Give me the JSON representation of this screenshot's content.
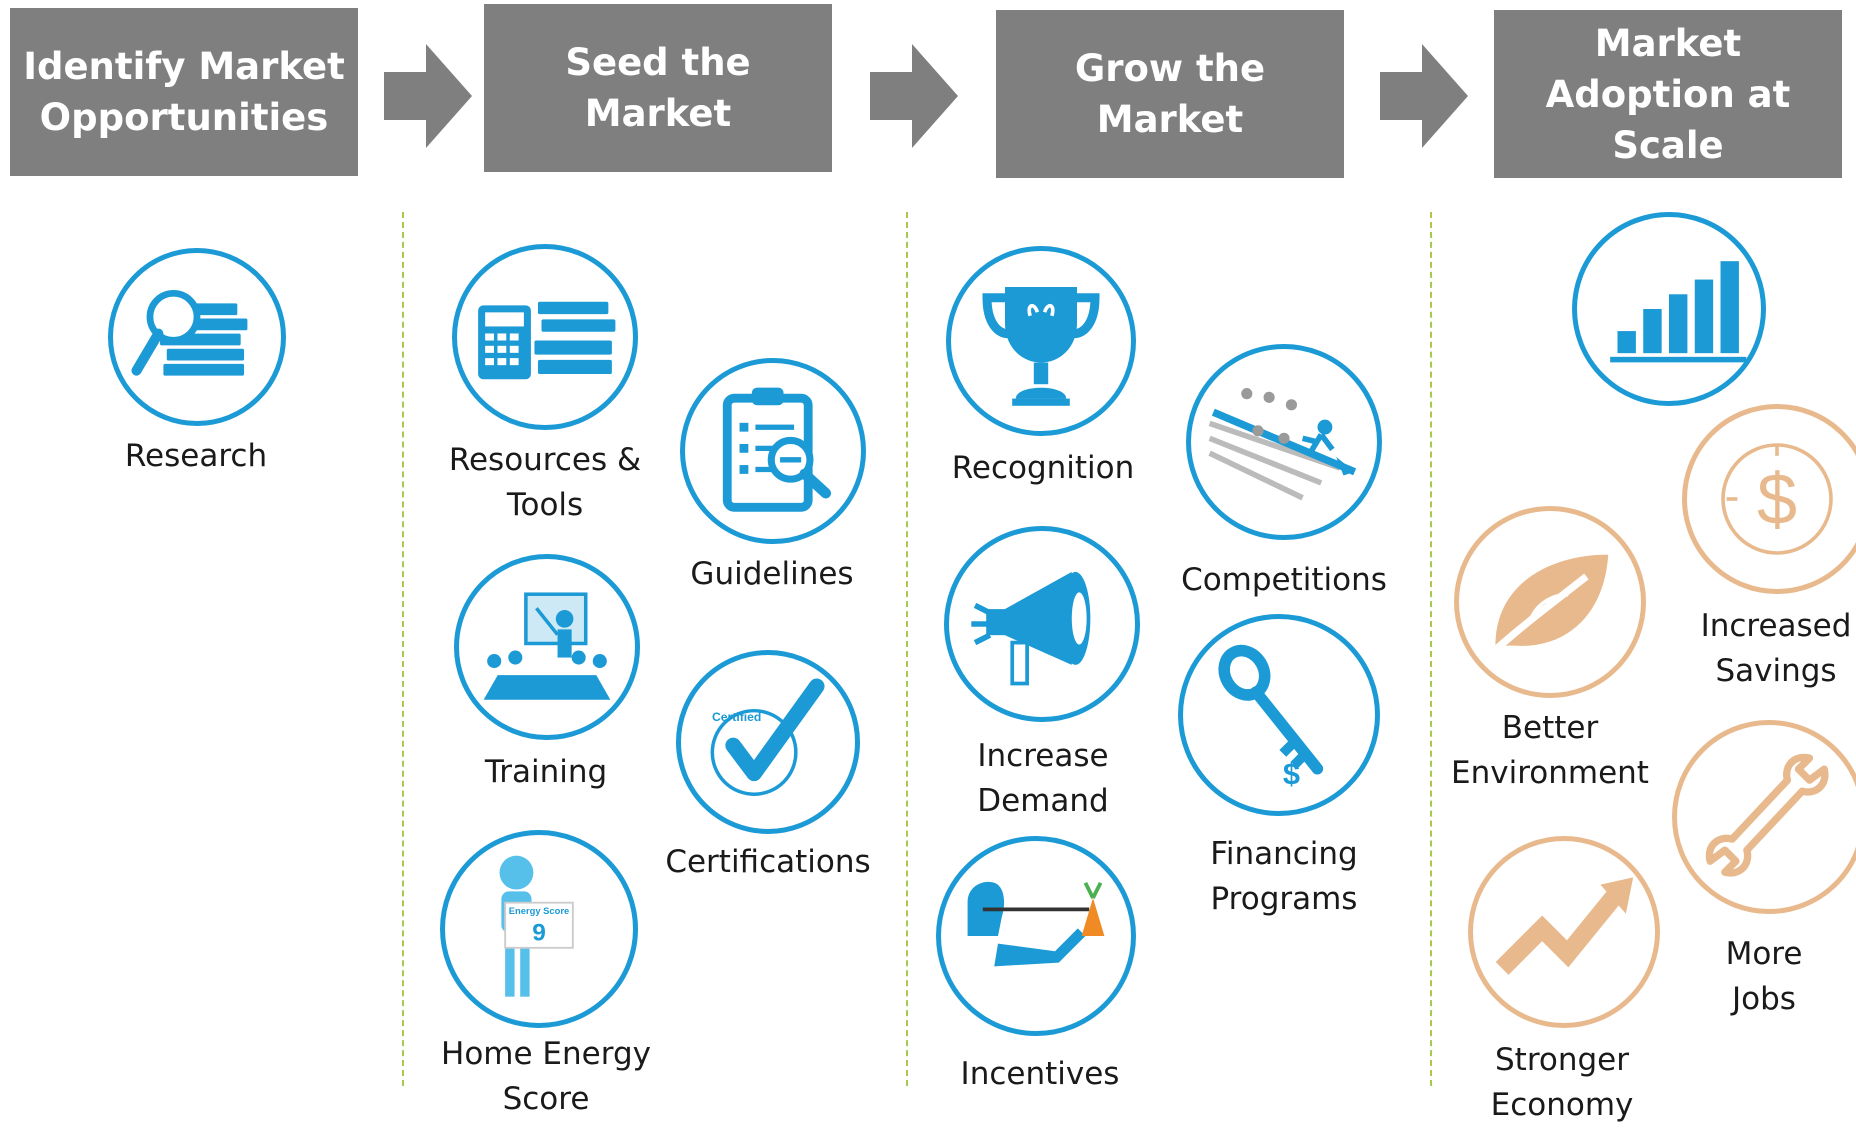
{
  "stages": [
    "Identify Market\nOpportunities",
    "Seed the\nMarket",
    "Grow the\nMarket",
    "Market\nAdoption at\nScale"
  ],
  "items": {
    "research": "Research",
    "resources_tools": "Resources &\nTools",
    "guidelines": "Guidelines",
    "training": "Training",
    "certifications": "Certifications",
    "certified_badge": "Certified",
    "home_energy_score": "Home Energy\nScore",
    "energy_score_card": "Energy Score",
    "energy_score_value": "9",
    "recognition": "Recognition",
    "competitions": "Competitions",
    "increase_demand": "Increase\nDemand",
    "financing_programs": "Financing\nPrograms",
    "incentives": "Incentives",
    "increased_savings": "Increased\nSavings",
    "better_environment": "Better\nEnvironment",
    "more_jobs": "More\nJobs",
    "stronger_economy": "Stronger\nEconomy"
  },
  "colors": {
    "header": "#7f7f7f",
    "blue": "#1b9ad6",
    "tan": "#e8b98d",
    "divider": "#a8c84e"
  }
}
